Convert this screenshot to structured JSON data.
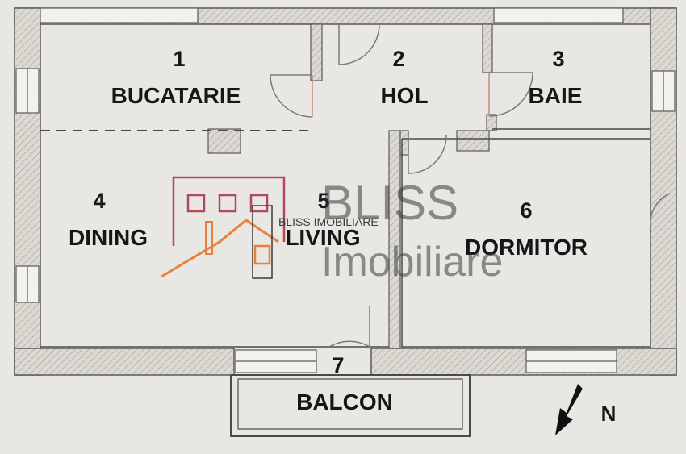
{
  "rooms": [
    {
      "number": "1",
      "name": "BUCATARIE"
    },
    {
      "number": "2",
      "name": "HOL"
    },
    {
      "number": "3",
      "name": "BAIE"
    },
    {
      "number": "4",
      "name": "DINING"
    },
    {
      "number": "5",
      "name": "LIVING"
    },
    {
      "number": "6",
      "name": "DORMITOR"
    },
    {
      "number": "7",
      "name": "BALCON"
    }
  ],
  "compass": {
    "label": "N",
    "icon": "north-arrow-icon"
  },
  "watermark": {
    "logo_icon": "house-logo-icon",
    "small_text": "BLISS IMOBILIARE",
    "line1": "BLISS",
    "line2": "Imobiliare",
    "accent_color": "#e8823a",
    "frame_color": "#b04a5a"
  },
  "colors": {
    "paper": "#e9e7e3",
    "wall_fill": "#dcd9d3",
    "wall_line": "#5a5a5a",
    "door_accent": "#c98a78"
  }
}
